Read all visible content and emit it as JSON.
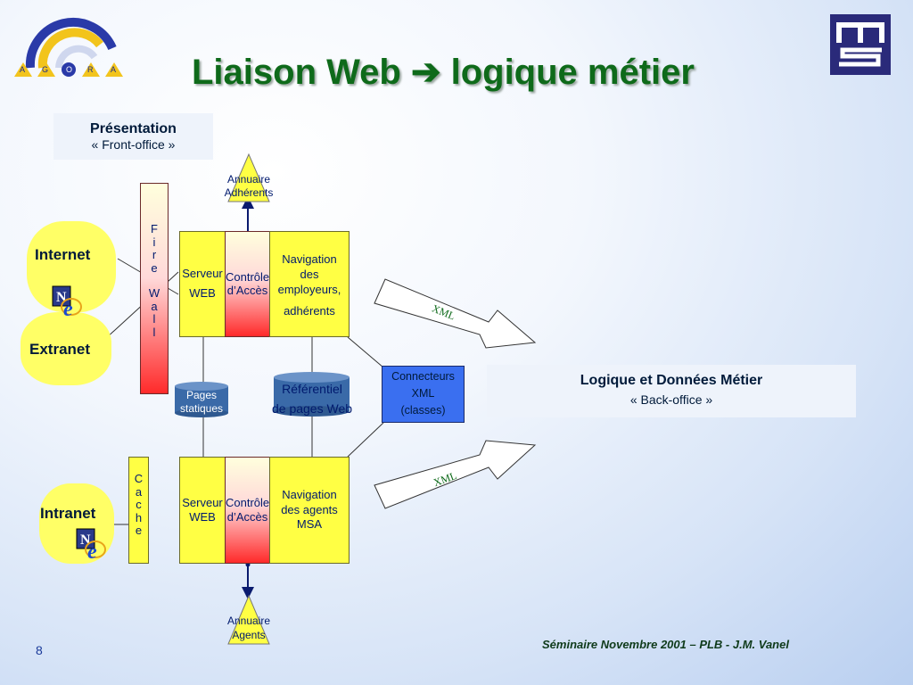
{
  "logo": {
    "letters": [
      "A",
      "G",
      "O",
      "R",
      "A"
    ],
    "brand": "msa"
  },
  "title": "Liaison Web ➔ logique métier",
  "presentation": {
    "title": "Présentation",
    "subtitle": "« Front-office »"
  },
  "backoffice": {
    "title": "Logique et Données Métier",
    "subtitle": "« Back-office »"
  },
  "clouds": {
    "internet": "Internet",
    "extranet": "Extranet",
    "intranet": "Intranet"
  },
  "firewall_letters": [
    "F",
    "i",
    "r",
    "e",
    "W",
    "a",
    "l",
    "l"
  ],
  "cache_letters": [
    "C",
    "a",
    "c",
    "h",
    "e"
  ],
  "top_server": {
    "serveur": [
      "Serveur",
      "WEB"
    ],
    "controle": [
      "Contrôle",
      "d’Accès"
    ],
    "navigation": [
      "Navigation",
      "des",
      "employeurs,",
      "adhérents"
    ]
  },
  "bottom_server": {
    "serveur": [
      "Serveur",
      "WEB"
    ],
    "controle": [
      "Contrôle",
      "d’Accès"
    ],
    "navigation": [
      "Navigation",
      "des agents",
      "MSA"
    ]
  },
  "annuaire_top": [
    "Annuaire",
    "Adhérents"
  ],
  "annuaire_bottom": [
    "Annuaire",
    "Agents"
  ],
  "pages_statiques": [
    "Pages",
    "statiques"
  ],
  "referentiel": [
    "Référentiel",
    "de pages Web"
  ],
  "connecteurs": [
    "Connecteurs",
    "XML",
    "(classes)"
  ],
  "xml_label": "XML",
  "footer": {
    "page_number": "8",
    "seminar": "Séminaire Novembre 2001 – PLB - J.M. Vanel"
  },
  "colors": {
    "title_green": "#0e6a1a",
    "text_navy": "#001a6e",
    "yellow": "#ffff44",
    "connector_blue": "#3a6ff0",
    "cylinder_blue": "#3a6aa8"
  }
}
